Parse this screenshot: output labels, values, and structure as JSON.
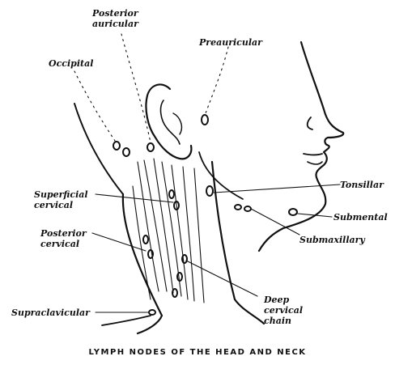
{
  "caption": "LYMPH NODES OF THE HEAD AND NECK",
  "labels": {
    "posterior_auricular": [
      "Posterior",
      "auricular"
    ],
    "preauricular": "Preauricular",
    "occipital": "Occipital",
    "tonsillar": "Tonsillar",
    "superficial_cervical": [
      "Superficial",
      "cervical"
    ],
    "submental": "Submental",
    "posterior_cervical": [
      "Posterior",
      "cervical"
    ],
    "submaxillary": "Submaxillary",
    "deep_cervical_chain": [
      "Deep",
      "cervical",
      "chain"
    ],
    "supraclavicular": "Supraclavicular"
  }
}
